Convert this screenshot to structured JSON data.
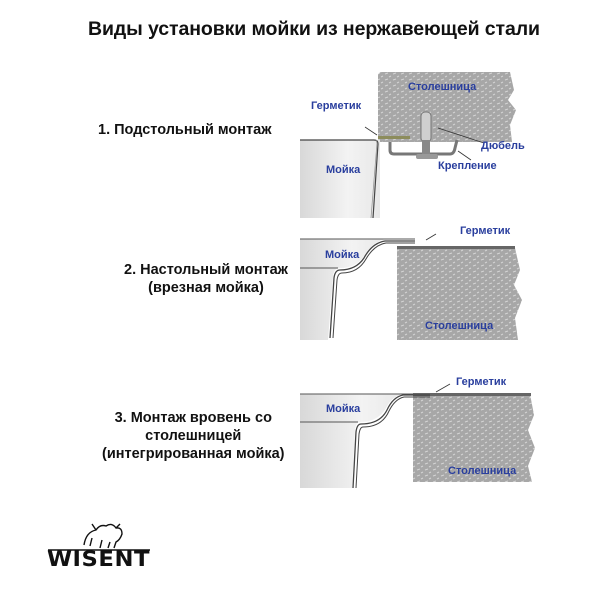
{
  "title": "Виды установки мойки из нержавеющей стали",
  "diagrams": [
    {
      "step": [
        "1. Подстольный монтаж"
      ],
      "labels": {
        "countertop": "Столешница",
        "sealant": "Герметик",
        "sink": "Мойка",
        "dowel": "Дюбель",
        "fastener": "Крепление"
      }
    },
    {
      "step": [
        "2. Настольный монтаж",
        "(врезная мойка)"
      ],
      "labels": {
        "countertop": "Столешница",
        "sealant": "Герметик",
        "sink": "Мойка"
      }
    },
    {
      "step": [
        "3. Монтаж вровень со",
        "столешницей",
        "(интегрированная мойка)"
      ],
      "labels": {
        "countertop": "Столешница",
        "sealant": "Герметик",
        "sink": "Мойка"
      }
    }
  ],
  "logo": {
    "brand": "WISENT",
    "icon": "bison-icon"
  },
  "colors": {
    "label_blue": "#2a3f9e",
    "countertop_gray": "#a9a9a9",
    "sink_gray": "#e6e6e6"
  }
}
